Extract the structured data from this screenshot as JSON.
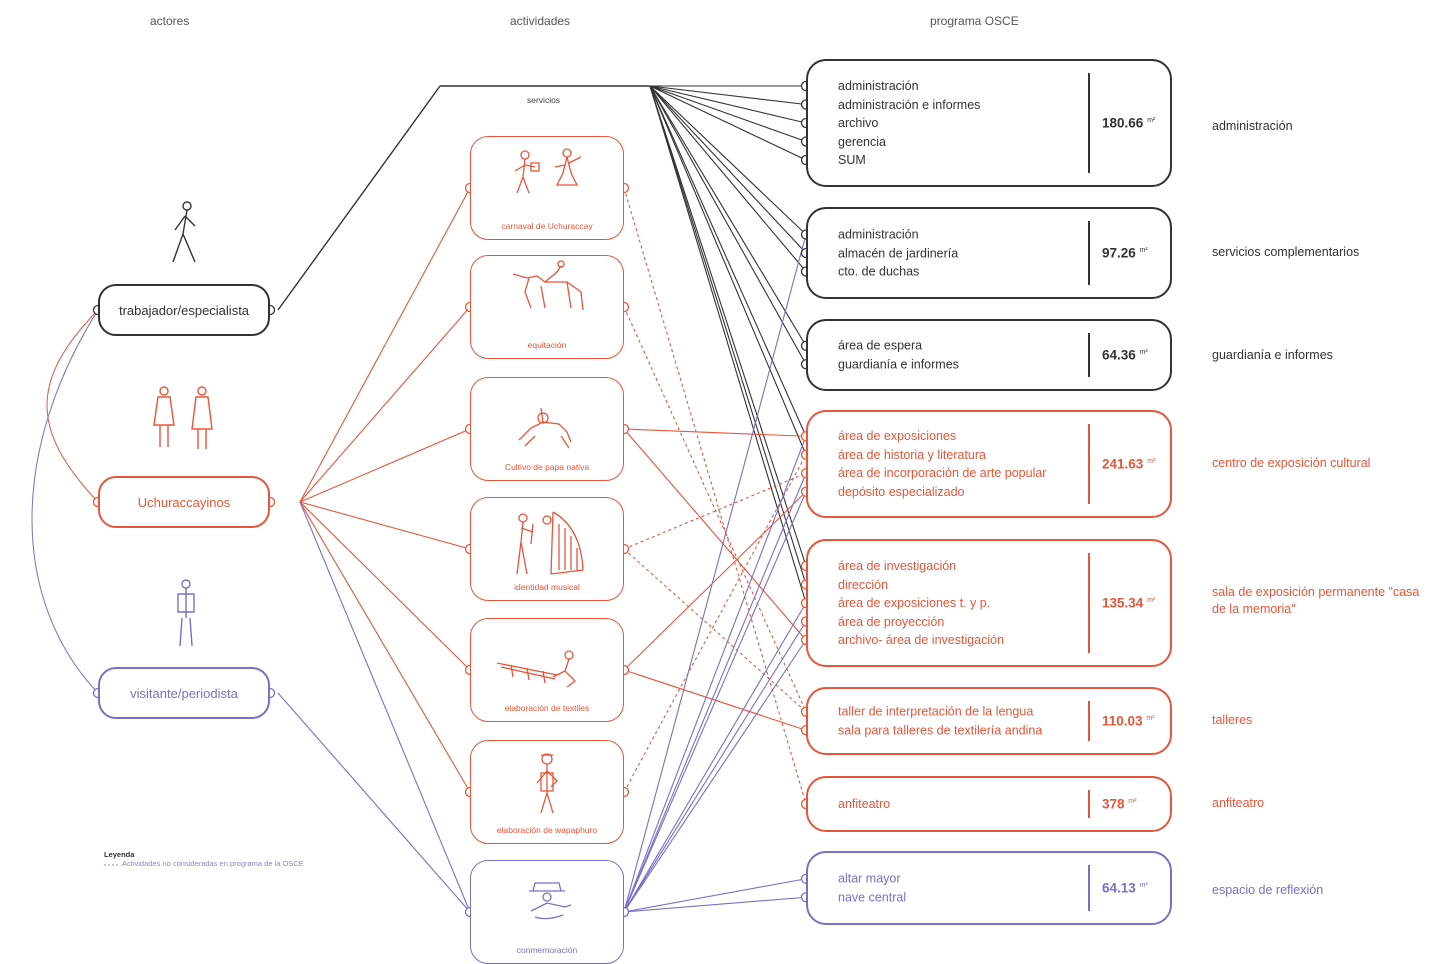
{
  "headers": {
    "actors": "actores",
    "activities": "actividades",
    "program": "programa OSCE"
  },
  "colors": {
    "black": "#333333",
    "orange": "#e8553a",
    "purple": "#7870c8"
  },
  "actors": [
    {
      "label": "trabajador/especialista",
      "icon": "walking-worker-icon"
    },
    {
      "label": "Uchuraccayinos",
      "icon": "two-women-icon"
    },
    {
      "label": "visitante/periodista",
      "icon": "visitor-icon"
    }
  ],
  "servicios_label": "servicios",
  "activities": [
    {
      "label": "carnaval de Uchuraccay",
      "icon": "dancers-icon"
    },
    {
      "label": "equitación",
      "icon": "horse-rider-icon"
    },
    {
      "label": "Cultivo de papa nativa",
      "icon": "farmer-icon"
    },
    {
      "label": "identidad musical",
      "icon": "musicians-icon"
    },
    {
      "label": "elaboración de textiles",
      "icon": "weaver-icon"
    },
    {
      "label": "elaboración de wapaphuro",
      "icon": "artisan-icon"
    },
    {
      "label": "conmemoración",
      "icon": "memorial-icon"
    }
  ],
  "program": [
    {
      "items": [
        "administración",
        "administración e informes",
        "archivo",
        "gerencia",
        "SUM"
      ],
      "area": "180.66",
      "unit": "m²",
      "category": "administración"
    },
    {
      "items": [
        "administración",
        "almacén de jardinería",
        "cto. de duchas"
      ],
      "area": "97.26",
      "unit": "m²",
      "category": "servicios complementarios"
    },
    {
      "items": [
        "área de espera",
        "guardianía e informes"
      ],
      "area": "64.36",
      "unit": "m²",
      "category": "guardianía e informes"
    },
    {
      "items": [
        "área de exposiciones",
        "área de historia y literatura",
        "área de incorporación de arte popular",
        "depósito especializado"
      ],
      "area": "241.63",
      "unit": "m²",
      "category": "centro de exposición cultural"
    },
    {
      "items": [
        "área de investigación",
        "dirección",
        "área de exposiciones t. y p.",
        "área de proyección",
        "archivo- área de investigación"
      ],
      "area": "135.34",
      "unit": "m²",
      "category": "sala de exposición permanente \"casa de la memoria\""
    },
    {
      "items": [
        "taller de interpretación de la lengua",
        "sala para talleres de textilería andina"
      ],
      "area": "110.03",
      "unit": "m²",
      "category": "talleres"
    },
    {
      "items": [
        "anfiteatro"
      ],
      "area": "378",
      "unit": "m²",
      "category": "anfiteatro"
    },
    {
      "items": [
        "altar mayor",
        "nave central"
      ],
      "area": "64.13",
      "unit": "m²",
      "category": "espacio de reflexión"
    }
  ],
  "legend": {
    "title": "Leyenda",
    "text": "Actividades no consideradas en programa de la OSCE"
  }
}
